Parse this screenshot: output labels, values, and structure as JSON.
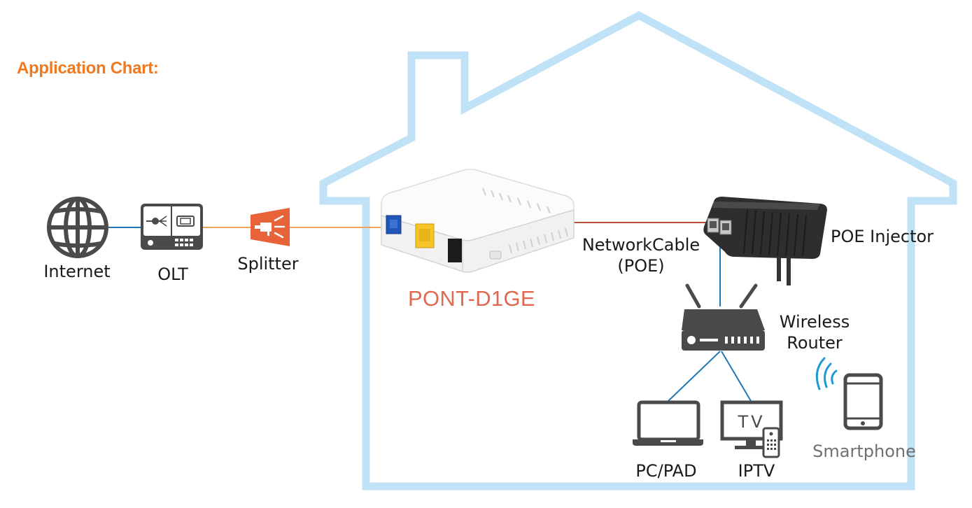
{
  "title": "Application Chart:",
  "colors": {
    "title": "#f0781e",
    "house_outline": "#bfe2f7",
    "fiber_line": "#f0a55c",
    "network_cable": "#b5533f",
    "data_line": "#1f78b4",
    "ont_model": "#e0684f",
    "icon_dark": "#4a4a4a"
  },
  "nodes": {
    "internet": {
      "label": "Internet",
      "icon": "globe-icon"
    },
    "olt": {
      "label": "OLT",
      "icon": "olt-device-icon"
    },
    "splitter": {
      "label": "Splitter",
      "icon": "splitter-icon"
    },
    "ont": {
      "label": "PONT-D1GE",
      "icon": "ont-device"
    },
    "network_cable": {
      "line1": "NetworkCable",
      "line2": "(POE)"
    },
    "poe_injector": {
      "label": "POE Injector",
      "icon": "poe-injector"
    },
    "router": {
      "line1": "Wireless",
      "line2": "Router",
      "icon": "router-icon"
    },
    "pc": {
      "label": "PC/PAD",
      "icon": "laptop-icon"
    },
    "iptv": {
      "label": "IPTV",
      "icon": "tv-icon",
      "screen_text": "TV"
    },
    "smartphone": {
      "label": "Smartphone",
      "icon": "smartphone-icon"
    }
  }
}
